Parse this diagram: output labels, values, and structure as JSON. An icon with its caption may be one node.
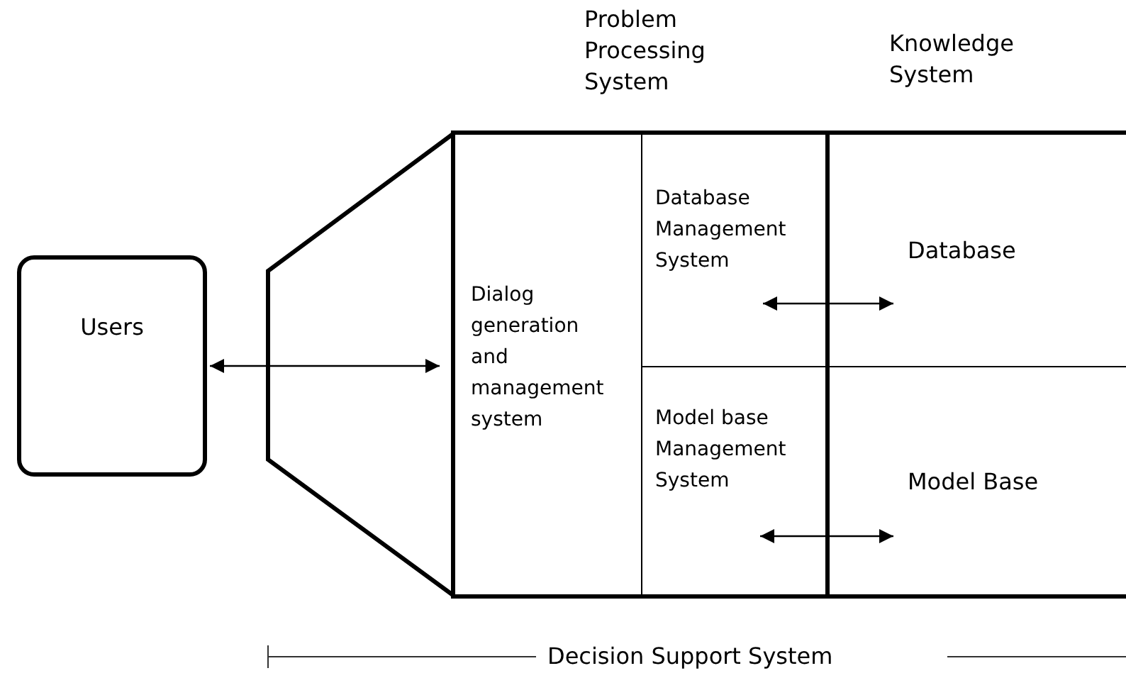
{
  "diagram": {
    "nodes": [
      {
        "text": [
          "Users"
        ]
      },
      {
        "text": [
          "Dialog generation and management system"
        ]
      },
      {
        "text": [
          "Database Management System"
        ]
      },
      {
        "text": [
          "Model base Management System"
        ]
      },
      {
        "text": [
          "Database"
        ]
      },
      {
        "text": [
          "Model Base"
        ]
      }
    ],
    "edges": [
      {
        "from": 0,
        "to": 1,
        "arrow": "both"
      },
      {
        "from": 2,
        "to": 4,
        "arrow": "both"
      },
      {
        "from": 3,
        "to": 5,
        "arrow": "both"
      }
    ],
    "labels": [
      "Problem Processing System",
      "Knowledge System",
      "Decision Support System"
    ]
  }
}
